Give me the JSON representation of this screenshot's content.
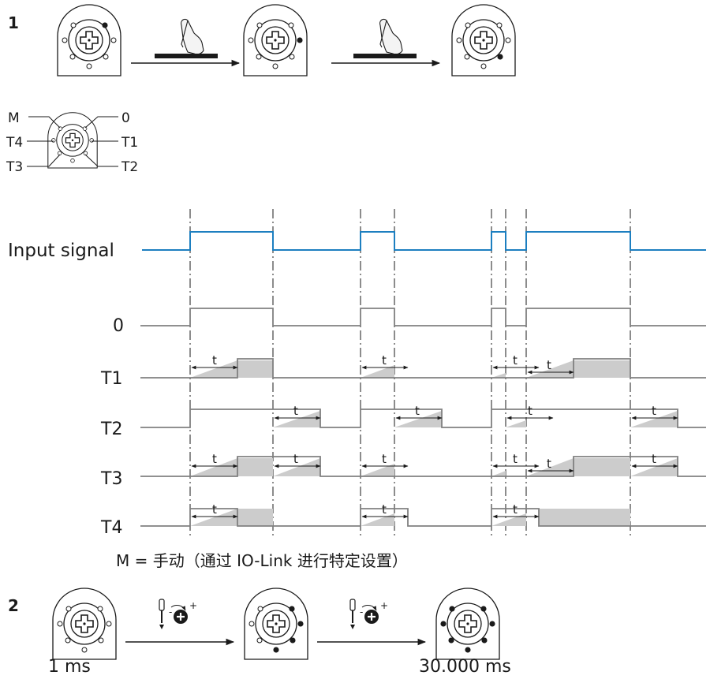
{
  "step1": {
    "number": "1",
    "dial_positions": [
      "0",
      "T1",
      "T2"
    ]
  },
  "legend": {
    "labels": {
      "M": "M",
      "zero": "0",
      "T1": "T1",
      "T2": "T2",
      "T3": "T3",
      "T4": "T4"
    }
  },
  "timing": {
    "row_labels": {
      "input": "Input signal",
      "zero": "0",
      "T1": "T1",
      "T2": "T2",
      "T3": "T3",
      "T4": "T4"
    },
    "delay_label": "t",
    "input_pulses": [
      [
        0,
        1
      ],
      [
        2,
        3
      ],
      [
        4,
        5
      ],
      [
        6,
        7
      ]
    ]
  },
  "footnote": "M = 手动（通过 IO-Link 进行特定设置）",
  "step2": {
    "number": "2",
    "min_label": "1 ms",
    "max_label": "30.000 ms"
  },
  "colors": {
    "input_signal": "#1d7fc0",
    "signal_line": "#808080",
    "delay_fill": "#cccccc",
    "line": "#1a1a1a"
  }
}
